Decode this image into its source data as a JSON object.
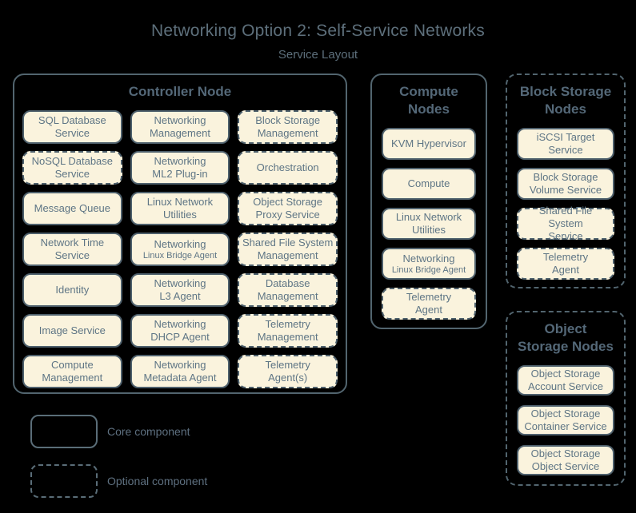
{
  "header": {
    "title": "Networking Option 2: Self-Service Networks",
    "subtitle": "Service Layout"
  },
  "colors": {
    "background": "#000000",
    "box_fill": "#faf3dd",
    "box_border": "#4e606c",
    "box_text": "#5e7585",
    "container_border": "#52656f",
    "heading_text": "#546878",
    "title_text": "#5d6f7b"
  },
  "containers": [
    {
      "id": "controller",
      "title": "Controller Node",
      "border_style": "solid",
      "columns": 3,
      "services": [
        {
          "label": "SQL Database\nService",
          "type": "core"
        },
        {
          "label": "Networking\nManagement",
          "type": "core"
        },
        {
          "label": "Block Storage\nManagement",
          "type": "optional"
        },
        {
          "label": "NoSQL Database\nService",
          "type": "optional"
        },
        {
          "label": "Networking\nML2 Plug-in",
          "type": "core"
        },
        {
          "label": "Orchestration",
          "type": "optional"
        },
        {
          "label": "Message Queue",
          "type": "core"
        },
        {
          "label": "Linux Network\nUtilities",
          "type": "core"
        },
        {
          "label": "Object Storage\nProxy Service",
          "type": "optional"
        },
        {
          "label": "Network Time\nService",
          "type": "core"
        },
        {
          "label": "Networking",
          "small_label": "Linux Bridge Agent",
          "type": "core"
        },
        {
          "label": "Shared File System\nManagement",
          "type": "optional"
        },
        {
          "label": "Identity",
          "type": "core"
        },
        {
          "label": "Networking\nL3 Agent",
          "type": "core"
        },
        {
          "label": "Database\nManagement",
          "type": "optional"
        },
        {
          "label": "Image Service",
          "type": "core"
        },
        {
          "label": "Networking\nDHCP Agent",
          "type": "core"
        },
        {
          "label": "Telemetry\nManagement",
          "type": "optional"
        },
        {
          "label": "Compute\nManagement",
          "type": "core"
        },
        {
          "label": "Networking\nMetadata Agent",
          "type": "core"
        },
        {
          "label": "Telemetry\nAgent(s)",
          "type": "optional"
        }
      ]
    },
    {
      "id": "compute",
      "title": "Compute\nNodes",
      "border_style": "solid",
      "columns": 1,
      "services": [
        {
          "label": "KVM Hypervisor",
          "type": "core"
        },
        {
          "label": "Compute",
          "type": "core"
        },
        {
          "label": "Linux Network\nUtilities",
          "type": "core"
        },
        {
          "label": "Networking",
          "small_label": "Linux Bridge Agent",
          "type": "core"
        },
        {
          "label": "Telemetry\nAgent",
          "type": "optional"
        }
      ]
    },
    {
      "id": "block",
      "title": "Block Storage\nNodes",
      "border_style": "dashed",
      "columns": 1,
      "services": [
        {
          "label": "iSCSI Target\nService",
          "type": "core"
        },
        {
          "label": "Block Storage\nVolume Service",
          "type": "core"
        },
        {
          "label": "Shared File System\nService",
          "type": "optional"
        },
        {
          "label": "Telemetry\nAgent",
          "type": "optional"
        }
      ]
    },
    {
      "id": "object",
      "title": "Object\nStorage Nodes",
      "border_style": "dashed",
      "columns": 1,
      "services": [
        {
          "label": "Object Storage\nAccount Service",
          "type": "core"
        },
        {
          "label": "Object Storage\nContainer Service",
          "type": "core"
        },
        {
          "label": "Object Storage\nObject Service",
          "type": "core"
        }
      ]
    }
  ],
  "legend": [
    {
      "label": "Core component",
      "style": "solid"
    },
    {
      "label": "Optional component",
      "style": "dashed"
    }
  ]
}
